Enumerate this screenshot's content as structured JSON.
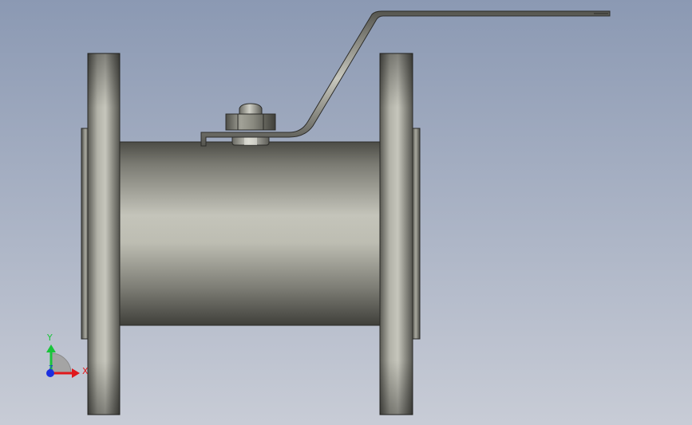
{
  "viewport": {
    "background_top": "#8b99b3",
    "background_bottom": "#c8ccd6"
  },
  "model": {
    "icon": "ball-valve-model",
    "metal_light": "#c4c4ba",
    "metal_dark": "#3f3f3a"
  },
  "triad": {
    "x_label": "X",
    "y_label": "Y",
    "z_label": "Z",
    "x_color": "#e0181c",
    "y_color": "#19c43a",
    "z_color": "#1b2fe0"
  }
}
